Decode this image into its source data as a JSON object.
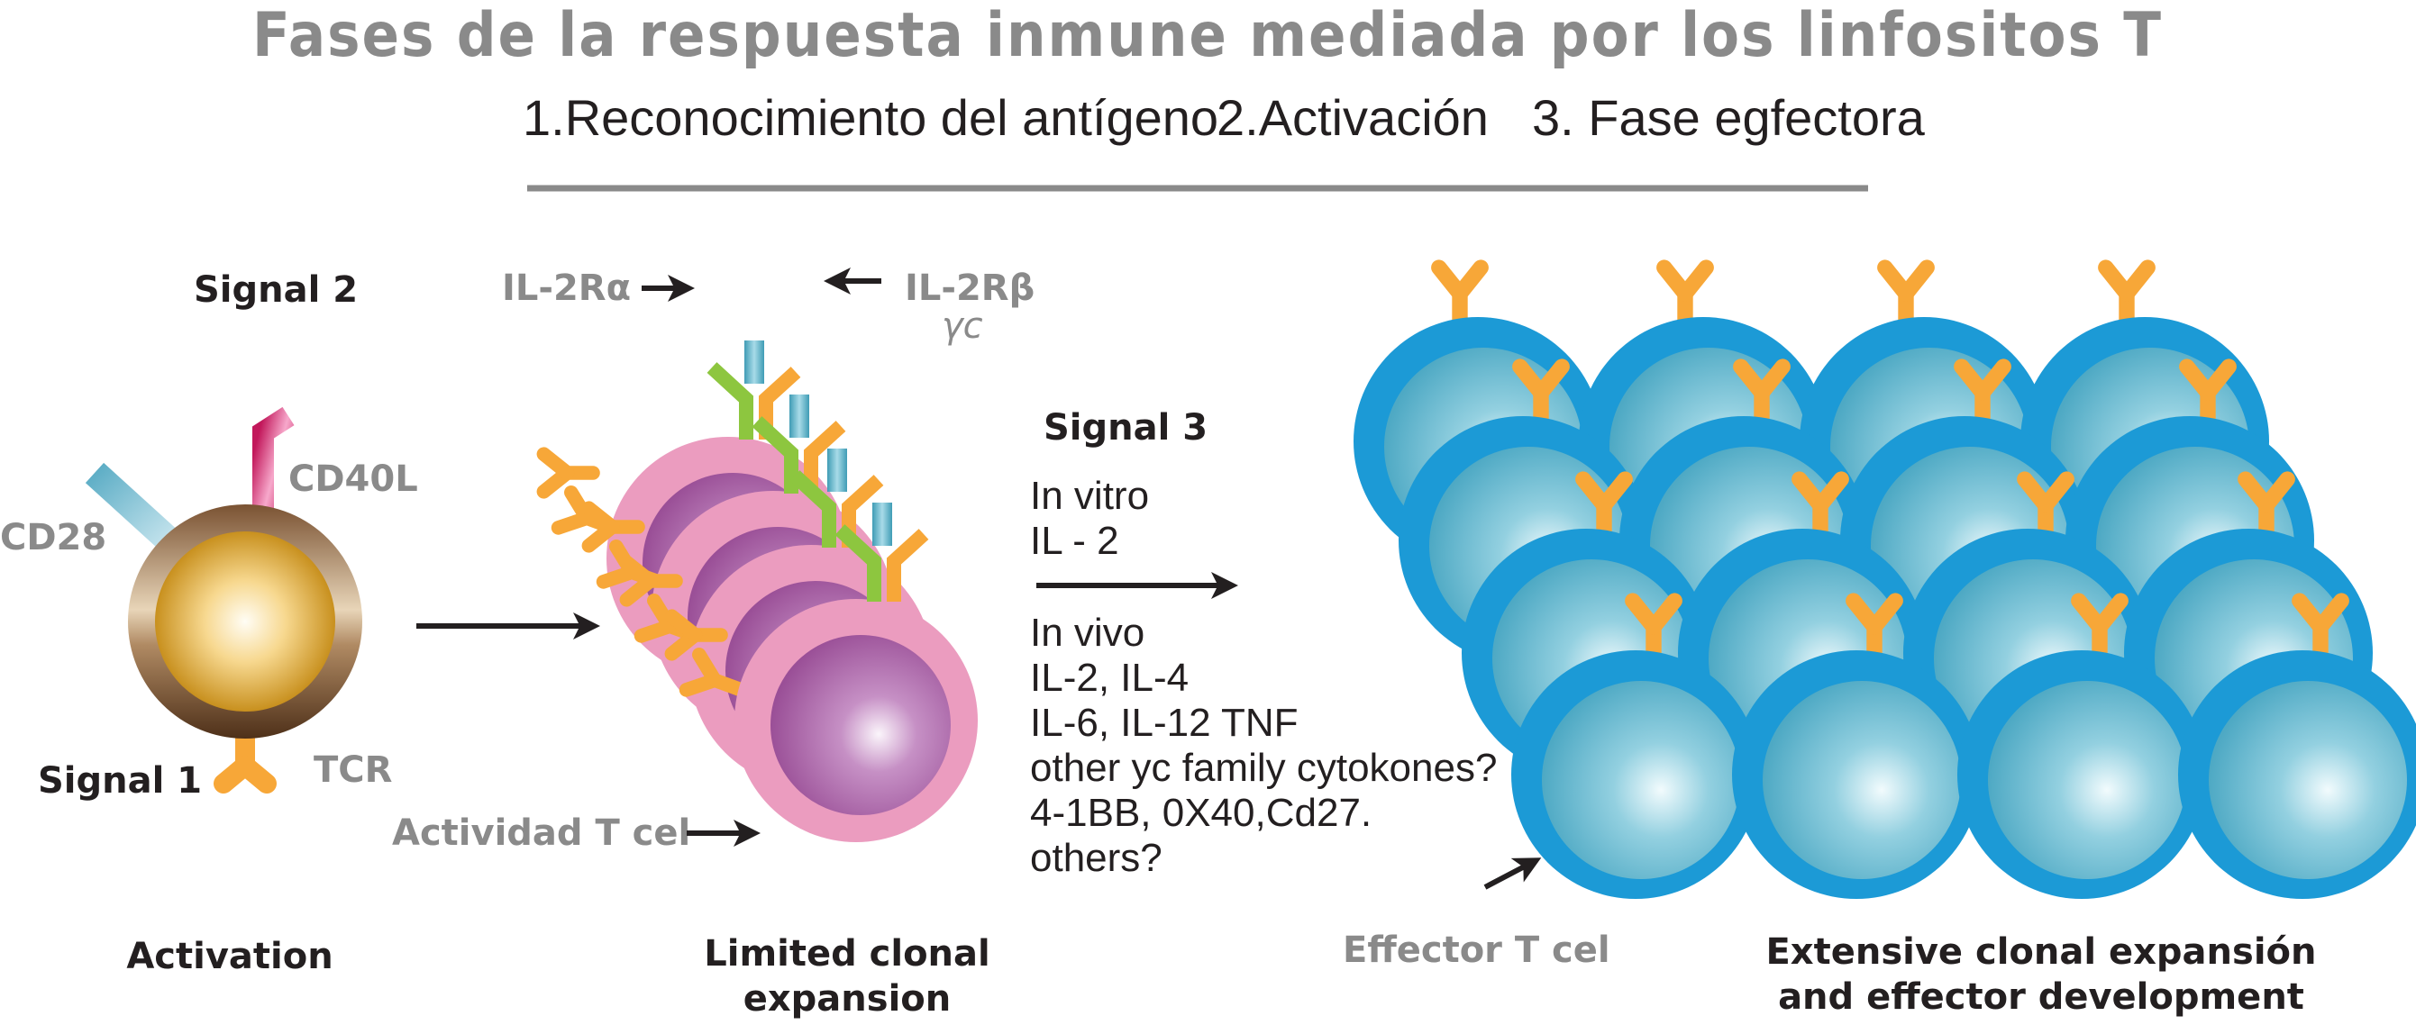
{
  "title": "Fases de la respuesta inmune mediada por los linfositos T",
  "subtitle": {
    "phase1": "1.Reconocimiento del antígeno",
    "phase2": "2.Activación",
    "phase3": "3. Fase egfectora"
  },
  "activation": {
    "signal2": "Signal 2",
    "cd40l": "CD40L",
    "cd28": "CD28",
    "signal1": "Signal 1",
    "tcr": "TCR",
    "caption": "Activation"
  },
  "limited": {
    "il2ra": "IL-2Rα",
    "il2rb": "IL-2Rβ",
    "yc": "γc",
    "actividad": "Actividad T cel",
    "caption_line1": "Limited clonal",
    "caption_line2": "expansion"
  },
  "signal3": {
    "heading": "Signal 3",
    "invitro_heading": "In vitro",
    "invitro_item": "IL - 2",
    "invivo_heading": "In vivo",
    "invivo_items": [
      "IL-2, IL-4",
      "IL-6, IL-12 TNF",
      "other yc family cytokones?",
      "4-1BB, 0X40,Cd27.",
      "others?"
    ]
  },
  "extensive": {
    "effector": "Effector T cel",
    "caption_line1": "Extensive clonal expansión",
    "caption_line2": "and effector development"
  },
  "colors": {
    "title_gray": "#8a8a8a",
    "text_dark": "#231f20",
    "receptor_orange": "#f7a738",
    "pink_membrane": "#eb9cbf",
    "purple_nucleus": "#a45aa0",
    "blue_membrane": "#1c9ad6",
    "cyan_nucleus": "#5fb6cf",
    "brown_ring": "#7a5232",
    "magenta_cd40l": "#d9226f",
    "cd28_blue": "#7cc0d4",
    "receptor_green": "#8dc63f"
  }
}
